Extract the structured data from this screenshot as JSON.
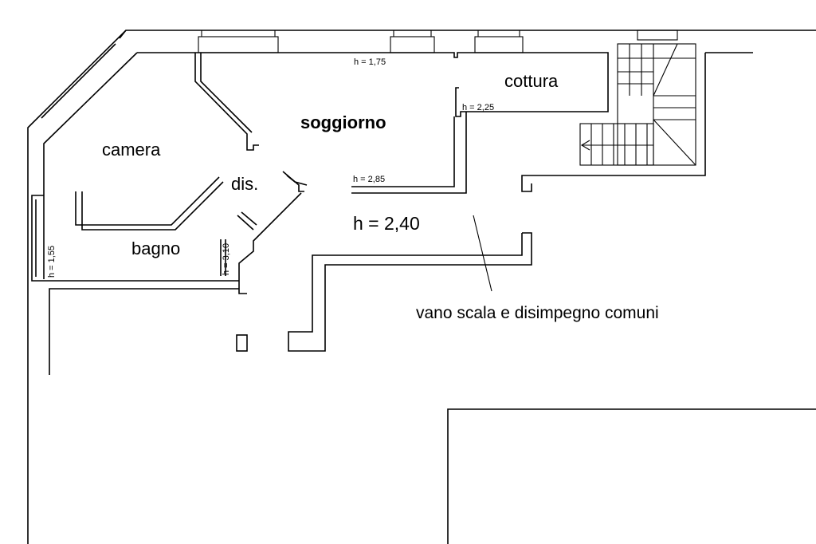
{
  "rooms": {
    "soggiorno": "soggiorno",
    "cottura": "cottura",
    "camera": "camera",
    "dis": "dis.",
    "bagno": "bagno"
  },
  "heights": {
    "h175": "h = 1,75",
    "h225": "h = 2,25",
    "h285": "h = 2,85",
    "h155": "h = 1,55",
    "h310": "h = 3,10",
    "h240": "h = 2,40"
  },
  "annotations": {
    "common_area": "vano scala e disimpegno comuni"
  }
}
